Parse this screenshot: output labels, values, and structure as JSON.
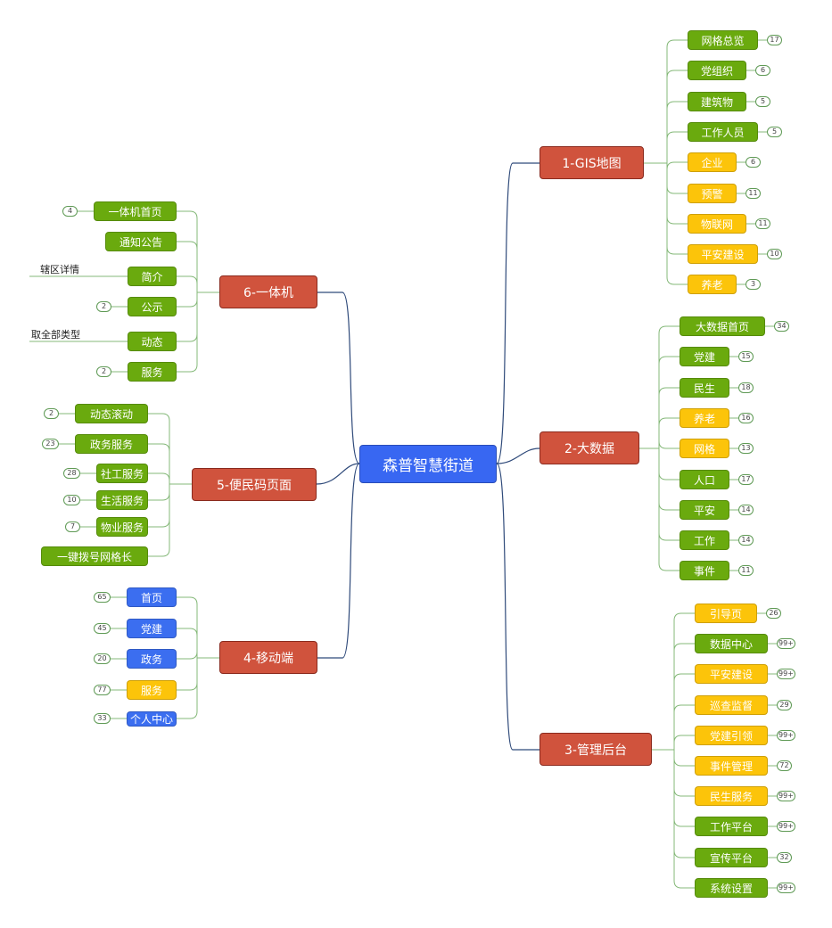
{
  "colors": {
    "root": "#3867f2",
    "main": "#d0533d",
    "green": "#6aaa0e",
    "yellow": "#fcc40a",
    "blue": "#3b6ef0",
    "link_main": "#2f4a7a",
    "link_leaf": "#84b878"
  },
  "root": {
    "label": "森普智慧街道"
  },
  "branches": {
    "gis": {
      "label": "1-GIS地图",
      "items": [
        {
          "label": "网格总览",
          "count": "17",
          "color": "green"
        },
        {
          "label": "党组织",
          "count": "6",
          "color": "green"
        },
        {
          "label": "建筑物",
          "count": "5",
          "color": "green"
        },
        {
          "label": "工作人员",
          "count": "5",
          "color": "green"
        },
        {
          "label": "企业",
          "count": "6",
          "color": "yellow"
        },
        {
          "label": "预警",
          "count": "11",
          "color": "yellow"
        },
        {
          "label": "物联网",
          "count": "11",
          "color": "yellow"
        },
        {
          "label": "平安建设",
          "count": "10",
          "color": "yellow"
        },
        {
          "label": "养老",
          "count": "3",
          "color": "yellow"
        }
      ]
    },
    "bigdata": {
      "label": "2-大数据",
      "items": [
        {
          "label": "大数据首页",
          "count": "34",
          "color": "green"
        },
        {
          "label": "党建",
          "count": "15",
          "color": "green"
        },
        {
          "label": "民生",
          "count": "18",
          "color": "green"
        },
        {
          "label": "养老",
          "count": "16",
          "color": "yellow"
        },
        {
          "label": "网格",
          "count": "13",
          "color": "yellow"
        },
        {
          "label": "人口",
          "count": "17",
          "color": "green"
        },
        {
          "label": "平安",
          "count": "14",
          "color": "green"
        },
        {
          "label": "工作",
          "count": "14",
          "color": "green"
        },
        {
          "label": "事件",
          "count": "11",
          "color": "green"
        }
      ]
    },
    "admin": {
      "label": "3-管理后台",
      "items": [
        {
          "label": "引导页",
          "count": "26",
          "color": "yellow"
        },
        {
          "label": "数据中心",
          "count": "99+",
          "color": "green"
        },
        {
          "label": "平安建设",
          "count": "99+",
          "color": "yellow"
        },
        {
          "label": "巡查监督",
          "count": "29",
          "color": "yellow"
        },
        {
          "label": "党建引领",
          "count": "99+",
          "color": "yellow"
        },
        {
          "label": "事件管理",
          "count": "72",
          "color": "yellow"
        },
        {
          "label": "民生服务",
          "count": "99+",
          "color": "yellow"
        },
        {
          "label": "工作平台",
          "count": "99+",
          "color": "green"
        },
        {
          "label": "宣传平台",
          "count": "32",
          "color": "green"
        },
        {
          "label": "系统设置",
          "count": "99+",
          "color": "green"
        }
      ]
    },
    "kiosk": {
      "label": "6-一体机",
      "items": [
        {
          "label": "一体机首页",
          "count": "4",
          "note": "",
          "color": "green"
        },
        {
          "label": "通知公告",
          "count": "",
          "note": "",
          "color": "green"
        },
        {
          "label": "简介",
          "count": "",
          "note": "辖区详情",
          "color": "green"
        },
        {
          "label": "公示",
          "count": "2",
          "note": "",
          "color": "green"
        },
        {
          "label": "动态",
          "count": "",
          "note": "取全部类型",
          "color": "green"
        },
        {
          "label": "服务",
          "count": "2",
          "note": "",
          "color": "green"
        }
      ]
    },
    "convenience": {
      "label": "5-便民码页面",
      "items": [
        {
          "label": "动态滚动",
          "count": "2",
          "color": "green"
        },
        {
          "label": "政务服务",
          "count": "23",
          "color": "green"
        },
        {
          "label": "社工服务",
          "count": "28",
          "color": "green"
        },
        {
          "label": "生活服务",
          "count": "10",
          "color": "green"
        },
        {
          "label": "物业服务",
          "count": "7",
          "color": "green"
        },
        {
          "label": "一键拨号网格长",
          "count": "",
          "color": "green"
        }
      ]
    },
    "mobile": {
      "label": "4-移动端",
      "items": [
        {
          "label": "首页",
          "count": "65",
          "color": "blue"
        },
        {
          "label": "党建",
          "count": "45",
          "color": "blue"
        },
        {
          "label": "政务",
          "count": "20",
          "color": "blue"
        },
        {
          "label": "服务",
          "count": "77",
          "color": "yellow"
        },
        {
          "label": "个人中心",
          "count": "33",
          "color": "blue"
        }
      ]
    }
  }
}
